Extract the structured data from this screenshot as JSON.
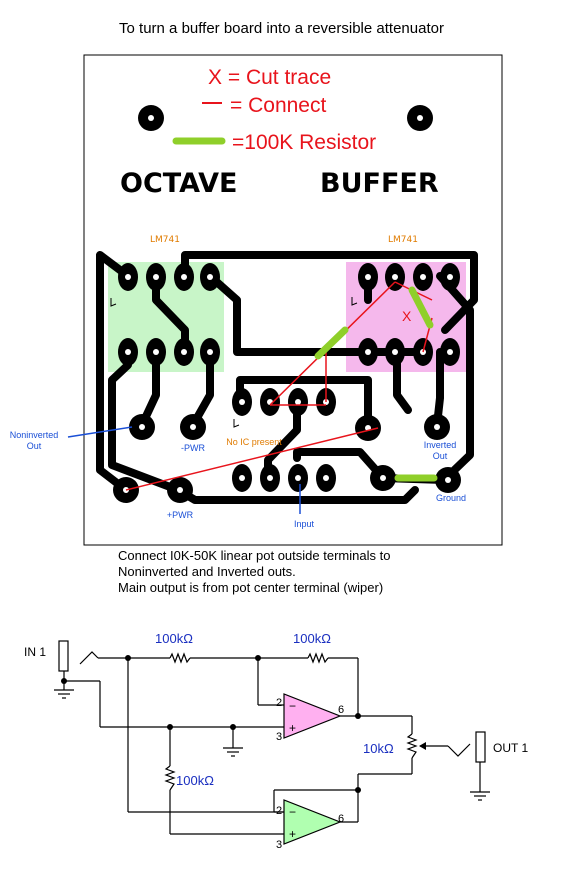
{
  "title": "To turn a buffer board into a reversible attenuator",
  "legend": {
    "cut": "X = Cut trace",
    "connect": "= Connect",
    "resistor": "=100K Resistor"
  },
  "board": {
    "label_left": "OCTAVE",
    "label_right": "BUFFER",
    "ic_left": "LM741",
    "ic_right": "LM741",
    "noninverted_out": [
      "Noninverted",
      "Out"
    ],
    "inverted_out": [
      "Inverted",
      "Out"
    ],
    "neg_pwr": "-PWR",
    "pos_pwr": "+PWR",
    "no_ic": "No IC present",
    "ground": "Ground",
    "input": "Input",
    "cut_mark": "X"
  },
  "caption": [
    "Connect I0K-50K linear pot outside terminals to",
    "Noninverted and Inverted outs.",
    "Main output is from pot center terminal (wiper)"
  ],
  "schematic": {
    "in_label": "IN 1",
    "out_label": "OUT 1",
    "r1": "100kΩ",
    "r2": "100kΩ",
    "r3": "100kΩ",
    "pot": "10kΩ",
    "pin_minus": "2",
    "pin_plus": "3",
    "pin_out": "6",
    "pin_minus_b": "2",
    "pin_plus_b": "3",
    "pin_out_b": "6",
    "minus_sign": "−",
    "plus_sign": "+"
  },
  "colors": {
    "cut": "#e8141c",
    "connect": "#e8141c",
    "resistor": "#8fcf2a",
    "ic_left_fill": "#c8f5c8",
    "ic_right_fill": "#f5b8ec",
    "ic_label": "#e07b00",
    "pcb_blue": "#1a4fd6",
    "value_blue": "#1a2fc0",
    "opamp_a": "#ffb0f0",
    "opamp_b": "#b0ffb0"
  }
}
